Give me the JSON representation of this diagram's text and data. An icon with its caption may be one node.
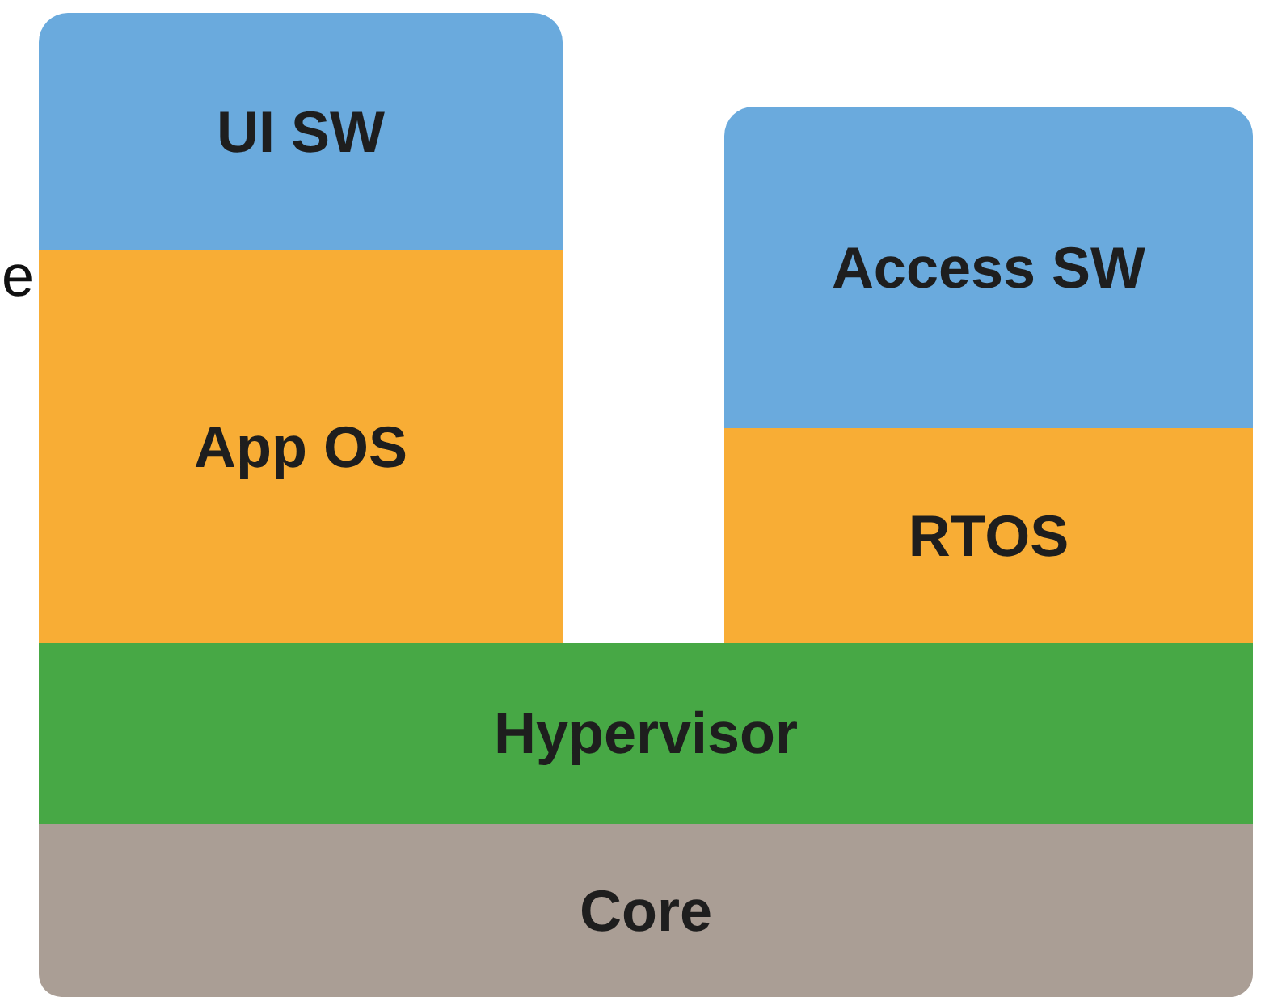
{
  "diagram": {
    "nodes": [
      {
        "text": [
          "UI SW"
        ]
      },
      {
        "text": [
          "App OS"
        ]
      },
      {
        "text": [
          "Access SW"
        ]
      },
      {
        "text": [
          "RTOS"
        ]
      },
      {
        "text": [
          "Hypervisor"
        ]
      },
      {
        "text": [
          "Core"
        ]
      }
    ],
    "labels": [
      "e"
    ]
  }
}
